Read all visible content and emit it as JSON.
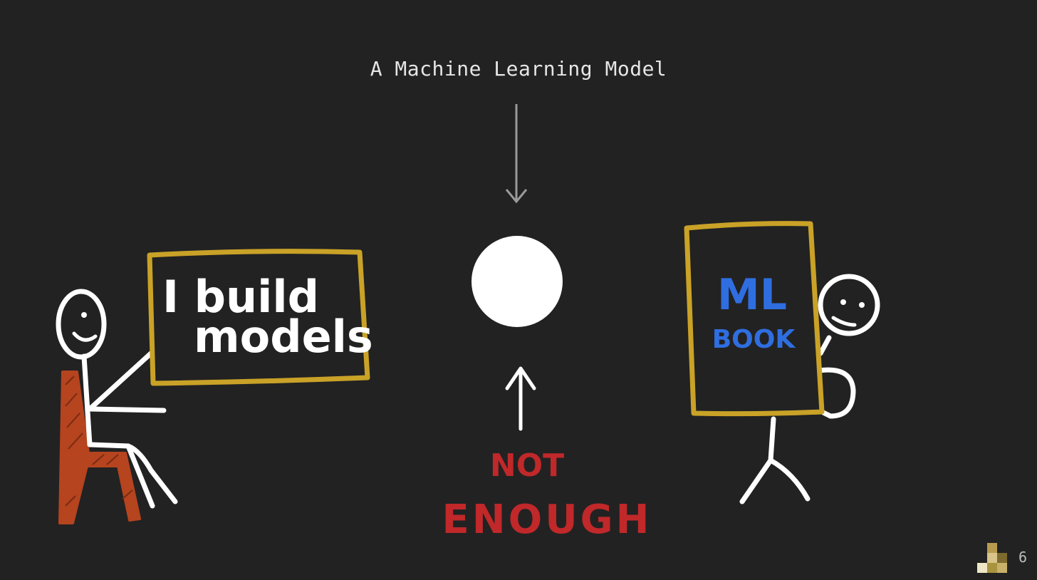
{
  "slide": {
    "title": "A Machine Learning Model",
    "page_number": "6"
  },
  "left_figure": {
    "sign_line1": "I build",
    "sign_line2": "models"
  },
  "right_figure": {
    "book_line1": "ML",
    "book_line2": "BOOK"
  },
  "center": {
    "caption_line1": "NOT",
    "caption_line2": "ENOUGH"
  },
  "colors": {
    "background": "#222222",
    "frame": "#c9a227",
    "chair": "#b5441f",
    "book_text": "#2f6ee0",
    "caption": "#c0282a",
    "arrow_top": "#9a9a9a",
    "figure": "#ffffff"
  },
  "icons": {
    "logo": "pixel-logo-icon"
  }
}
